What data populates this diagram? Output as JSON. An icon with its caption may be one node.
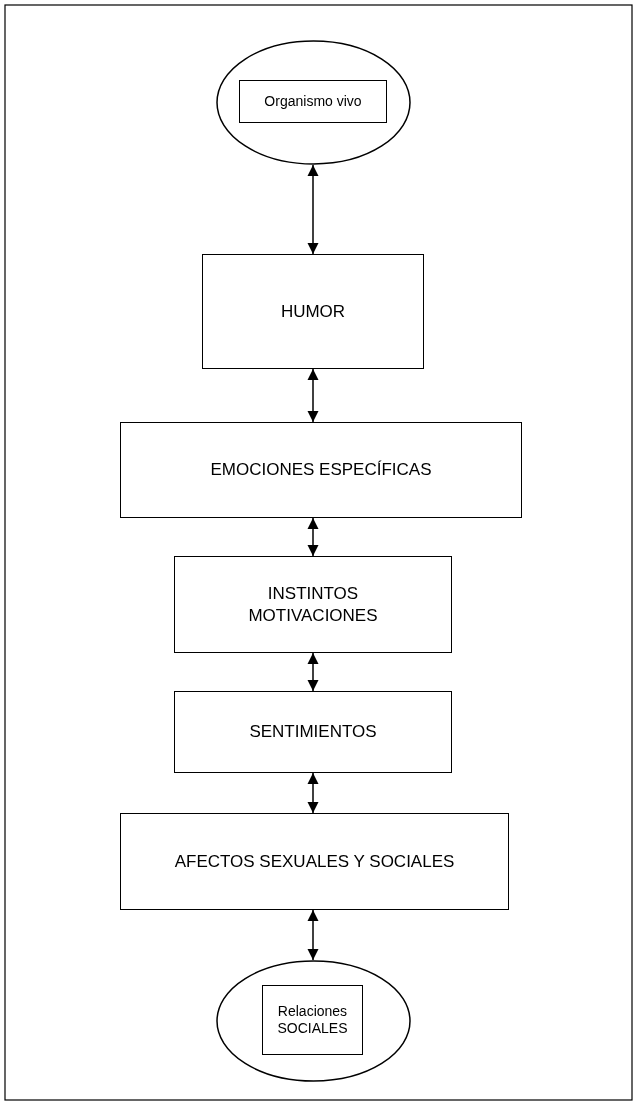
{
  "diagram": {
    "nodes": [
      {
        "text": [],
        "shape": "ellipse"
      },
      {
        "text": [
          "Organismo vivo"
        ],
        "in": 0
      },
      {
        "text": [
          "HUMOR"
        ]
      },
      {
        "text": [
          "EMOCIONES ESPECÍFICAS"
        ]
      },
      {
        "text": [
          "INSTINTOS MOTIVACIONES"
        ]
      },
      {
        "text": [
          "SENTIMIENTOS"
        ]
      },
      {
        "text": [
          "AFECTOS SEXUALES Y SOCIALES"
        ]
      },
      {
        "text": [],
        "shape": "ellipse"
      },
      {
        "text": [
          "Relaciones SOCIALES"
        ],
        "in": 7
      }
    ],
    "edges": [
      {
        "from": 0,
        "to": 2,
        "arrow": "both"
      },
      {
        "from": 2,
        "to": 3,
        "arrow": "both"
      },
      {
        "from": 3,
        "to": 4,
        "arrow": "both"
      },
      {
        "from": 4,
        "to": 5,
        "arrow": "both"
      },
      {
        "from": 5,
        "to": 6,
        "arrow": "both"
      },
      {
        "from": 6,
        "to": 7,
        "arrow": "both"
      }
    ]
  }
}
